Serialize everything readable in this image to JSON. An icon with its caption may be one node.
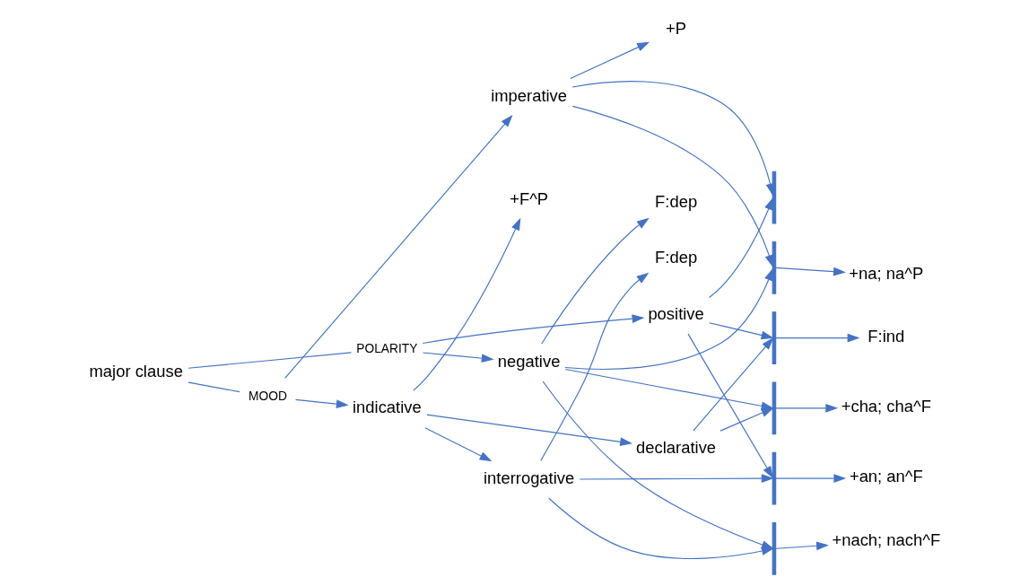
{
  "diagram": {
    "nodes": [
      {
        "text": [
          "major clause"
        ]
      },
      {
        "text": [
          "MOOD"
        ]
      },
      {
        "text": [
          "POLARITY"
        ]
      },
      {
        "text": [
          "imperative"
        ]
      },
      {
        "text": [
          "+P"
        ]
      },
      {
        "text": [
          "indicative"
        ]
      },
      {
        "text": [
          "+F^P"
        ]
      },
      {
        "text": [
          "declarative"
        ]
      },
      {
        "text": [
          "interrogative"
        ]
      },
      {
        "text": [
          "F:dep"
        ]
      },
      {
        "text": [
          "positive"
        ]
      },
      {
        "text": [
          "negative"
        ]
      },
      {
        "text": [
          "F:dep"
        ]
      },
      {
        "text": [],
        "shape": "bracket"
      },
      {
        "text": [],
        "shape": "bracket"
      },
      {
        "text": [],
        "shape": "bracket"
      },
      {
        "text": [],
        "shape": "bracket"
      },
      {
        "text": [],
        "shape": "bracket"
      },
      {
        "text": [],
        "shape": "bracket"
      },
      {
        "text": [
          "+na; na^P"
        ]
      },
      {
        "text": [
          "F:ind"
        ]
      },
      {
        "text": [
          "+cha; cha^F"
        ]
      },
      {
        "text": [
          "+an; an^F"
        ]
      },
      {
        "text": [
          "+nach; nach^F"
        ]
      }
    ],
    "edges": [
      {
        "from": 0,
        "to": 1,
        "arrow": "none"
      },
      {
        "from": 0,
        "to": 2,
        "arrow": "none"
      },
      {
        "from": 1,
        "to": 3,
        "arrow": "to"
      },
      {
        "from": 1,
        "to": 5,
        "arrow": "to"
      },
      {
        "from": 3,
        "to": 4,
        "arrow": "to"
      },
      {
        "from": 5,
        "to": 6,
        "arrow": "to"
      },
      {
        "from": 5,
        "to": 7,
        "arrow": "to"
      },
      {
        "from": 5,
        "to": 8,
        "arrow": "to"
      },
      {
        "from": 8,
        "to": 9,
        "arrow": "to"
      },
      {
        "from": 2,
        "to": 10,
        "arrow": "to"
      },
      {
        "from": 2,
        "to": 11,
        "arrow": "to"
      },
      {
        "from": 11,
        "to": 12,
        "arrow": "to"
      },
      {
        "from": 3,
        "to": 13,
        "arrow": "to"
      },
      {
        "from": 3,
        "to": 14,
        "arrow": "to"
      },
      {
        "from": 7,
        "to": 15,
        "arrow": "to"
      },
      {
        "from": 7,
        "to": 16,
        "arrow": "to"
      },
      {
        "from": 8,
        "to": 17,
        "arrow": "to"
      },
      {
        "from": 8,
        "to": 18,
        "arrow": "to"
      },
      {
        "from": 10,
        "to": 13,
        "arrow": "to"
      },
      {
        "from": 10,
        "to": 15,
        "arrow": "to"
      },
      {
        "from": 10,
        "to": 17,
        "arrow": "to"
      },
      {
        "from": 11,
        "to": 14,
        "arrow": "to"
      },
      {
        "from": 11,
        "to": 16,
        "arrow": "to"
      },
      {
        "from": 11,
        "to": 18,
        "arrow": "to"
      },
      {
        "from": 14,
        "to": 19,
        "arrow": "to"
      },
      {
        "from": 15,
        "to": 20,
        "arrow": "to"
      },
      {
        "from": 16,
        "to": 21,
        "arrow": "to"
      },
      {
        "from": 17,
        "to": 22,
        "arrow": "to"
      },
      {
        "from": 18,
        "to": 23,
        "arrow": "to"
      }
    ]
  }
}
